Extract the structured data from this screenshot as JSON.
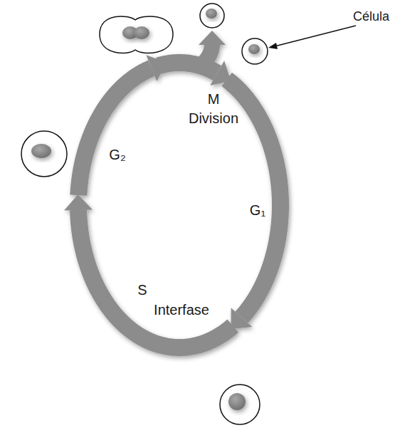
{
  "diagram": {
    "labels": [
      "M",
      "Division",
      "G₁",
      "S",
      "Interfase",
      "G₂",
      "Célula"
    ]
  }
}
